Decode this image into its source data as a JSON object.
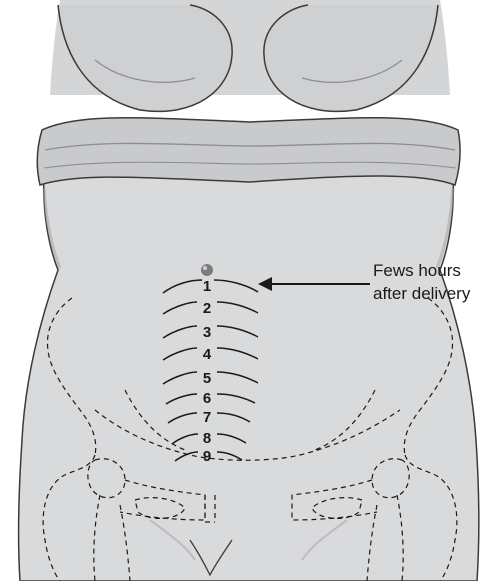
{
  "figure": {
    "annotation_line1": "Fews hours",
    "annotation_line2": "after delivery",
    "fundal_levels": [
      "1",
      "2",
      "3",
      "4",
      "5",
      "6",
      "7",
      "8",
      "9"
    ]
  },
  "colors": {
    "skin": "#d9dadb",
    "skin_shadow": "#bfc0c2",
    "outline": "#3a3a3a",
    "cloth": "#c9cacc",
    "line": "#1a1a1a"
  }
}
